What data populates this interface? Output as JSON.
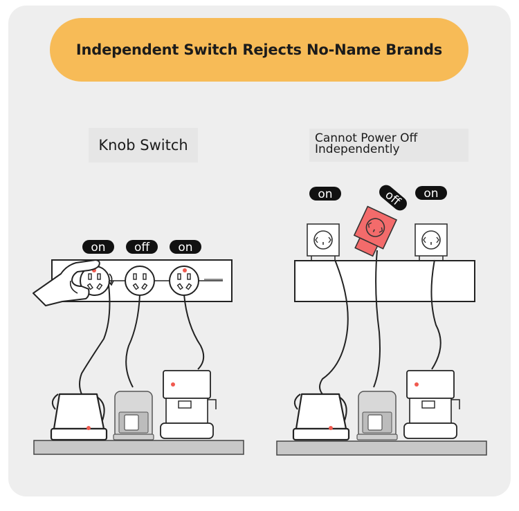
{
  "title": "Independent Switch Rejects No-Name Brands",
  "left_panel": {
    "label": "Knob Switch",
    "switch_states": [
      "on",
      "off",
      "on"
    ]
  },
  "right_panel": {
    "label_line1": "Cannot Power Off",
    "label_line2": "Independently",
    "socket_states": [
      "on",
      "off",
      "on"
    ]
  },
  "colors": {
    "title_bg": "#f7bb57",
    "indicator": "#f05a4f",
    "disabled_socket": "#f36b6b"
  }
}
